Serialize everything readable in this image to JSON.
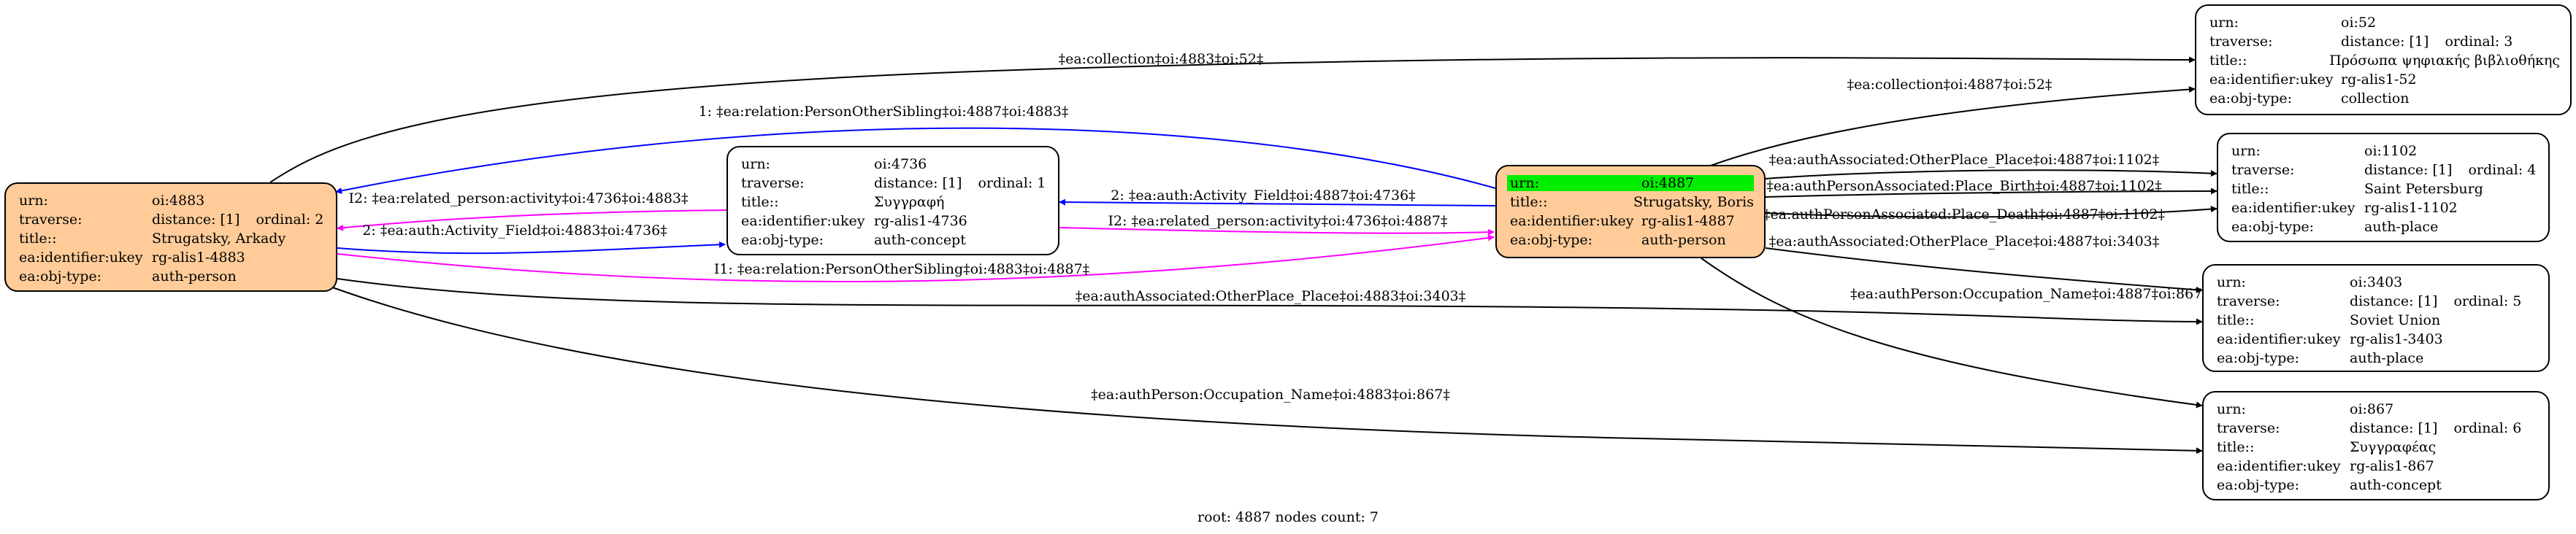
{
  "nodes": {
    "n4883": {
      "urn": [
        "urn:",
        "oi:4883"
      ],
      "traverse": [
        "traverse:",
        "distance: [1]",
        "ordinal: 2"
      ],
      "title": [
        "title::",
        "Strugatsky, Arkady"
      ],
      "ukey": [
        "ea:identifier:ukey",
        "rg-alis1-4883"
      ],
      "objtype": [
        "ea:obj-type:",
        "auth-person"
      ]
    },
    "n4736": {
      "urn": [
        "urn:",
        "oi:4736"
      ],
      "traverse": [
        "traverse:",
        "distance: [1]",
        "ordinal: 1"
      ],
      "title": [
        "title::",
        "Συγγραφή"
      ],
      "ukey": [
        "ea:identifier:ukey",
        "rg-alis1-4736"
      ],
      "objtype": [
        "ea:obj-type:",
        "auth-concept"
      ]
    },
    "n4887": {
      "urn": [
        "urn:",
        "oi:4887"
      ],
      "title": [
        "title::",
        "Strugatsky, Boris"
      ],
      "ukey": [
        "ea:identifier:ukey",
        "rg-alis1-4887"
      ],
      "objtype": [
        "ea:obj-type:",
        "auth-person"
      ]
    },
    "n52": {
      "urn": [
        "urn:",
        "oi:52"
      ],
      "traverse": [
        "traverse:",
        "distance: [1]",
        "ordinal: 3"
      ],
      "title": [
        "title::",
        "Πρόσωπα ψηφιακής βιβλιοθήκης"
      ],
      "ukey": [
        "ea:identifier:ukey",
        "rg-alis1-52"
      ],
      "objtype": [
        "ea:obj-type:",
        "collection"
      ]
    },
    "n1102": {
      "urn": [
        "urn:",
        "oi:1102"
      ],
      "traverse": [
        "traverse:",
        "distance: [1]",
        "ordinal: 4"
      ],
      "title": [
        "title::",
        "Saint Petersburg"
      ],
      "ukey": [
        "ea:identifier:ukey",
        "rg-alis1-1102"
      ],
      "objtype": [
        "ea:obj-type:",
        "auth-place"
      ]
    },
    "n3403": {
      "urn": [
        "urn:",
        "oi:3403"
      ],
      "traverse": [
        "traverse:",
        "distance: [1]",
        "ordinal: 5"
      ],
      "title": [
        "title::",
        "Soviet Union"
      ],
      "ukey": [
        "ea:identifier:ukey",
        "rg-alis1-3403"
      ],
      "objtype": [
        "ea:obj-type:",
        "auth-place"
      ]
    },
    "n867": {
      "urn": [
        "urn:",
        "oi:867"
      ],
      "traverse": [
        "traverse:",
        "distance: [1]",
        "ordinal: 6"
      ],
      "title": [
        "title::",
        "Συγγραφέας"
      ],
      "ukey": [
        "ea:identifier:ukey",
        "rg-alis1-867"
      ],
      "objtype": [
        "ea:obj-type:",
        "auth-concept"
      ]
    }
  },
  "edges": [
    {
      "label": "‡ea:collection‡oi:4883‡oi:52‡",
      "color": "#000000"
    },
    {
      "label": "‡ea:collection‡oi:4887‡oi:52‡",
      "color": "#000000"
    },
    {
      "label": "1: ‡ea:relation:PersonOtherSibling‡oi:4887‡oi:4883‡",
      "color": "#0000ff"
    },
    {
      "label": "I2: ‡ea:related_person:activity‡oi:4736‡oi:4883‡",
      "color": "#ff00ff"
    },
    {
      "label": "2: ‡ea:auth:Activity_Field‡oi:4883‡oi:4736‡",
      "color": "#0000ff"
    },
    {
      "label": "2: ‡ea:auth:Activity_Field‡oi:4887‡oi:4736‡",
      "color": "#0000ff"
    },
    {
      "label": "I2: ‡ea:related_person:activity‡oi:4736‡oi:4887‡",
      "color": "#ff00ff"
    },
    {
      "label": "I1: ‡ea:relation:PersonOtherSibling‡oi:4883‡oi:4887‡",
      "color": "#ff00ff"
    },
    {
      "label": "‡ea:authAssociated:OtherPlace_Place‡oi:4887‡oi:1102‡",
      "color": "#000000"
    },
    {
      "label": "‡ea:authPersonAssociated:Place_Birth‡oi:4887‡oi:1102‡",
      "color": "#000000"
    },
    {
      "label": "‡ea:authPersonAssociated:Place_Death‡oi:4887‡oi:1102‡",
      "color": "#000000"
    },
    {
      "label": "‡ea:authAssociated:OtherPlace_Place‡oi:4887‡oi:3403‡",
      "color": "#000000"
    },
    {
      "label": "‡ea:authAssociated:OtherPlace_Place‡oi:4883‡oi:3403‡",
      "color": "#000000"
    },
    {
      "label": "‡ea:authPerson:Occupation_Name‡oi:4887‡oi:867‡",
      "color": "#000000"
    },
    {
      "label": "‡ea:authPerson:Occupation_Name‡oi:4883‡oi:867‡",
      "color": "#000000"
    }
  ],
  "footer": "root: 4887 nodes count: 7"
}
